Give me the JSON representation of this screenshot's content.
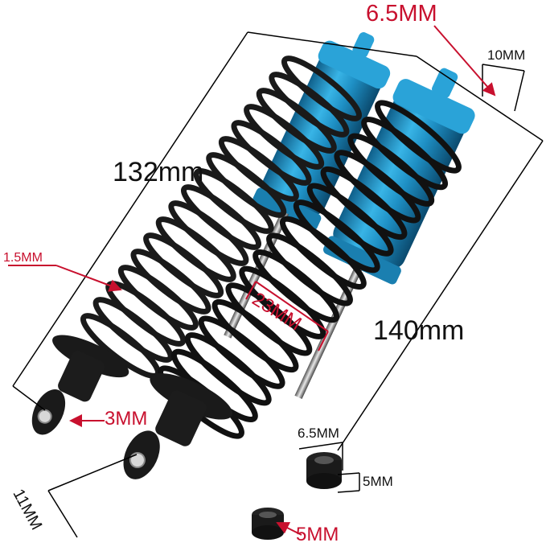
{
  "labels": {
    "length_short": "132mm",
    "length_long": "140mm",
    "top_mount": "6.5MM",
    "cap_width": "10MM",
    "spring_wire": "1.5MM",
    "spring_gap": "23MM",
    "eye_hole": "3MM",
    "base_width": "11MM",
    "bushing_outer": "6.5MM",
    "bushing_height": "5MM",
    "bushing_inner": "5MM"
  },
  "colors": {
    "aluminum_blue": "#1e8fc4",
    "spring_black": "#1a1a1a",
    "annotation_red": "#c8102e",
    "dimension_line": "#000000"
  }
}
